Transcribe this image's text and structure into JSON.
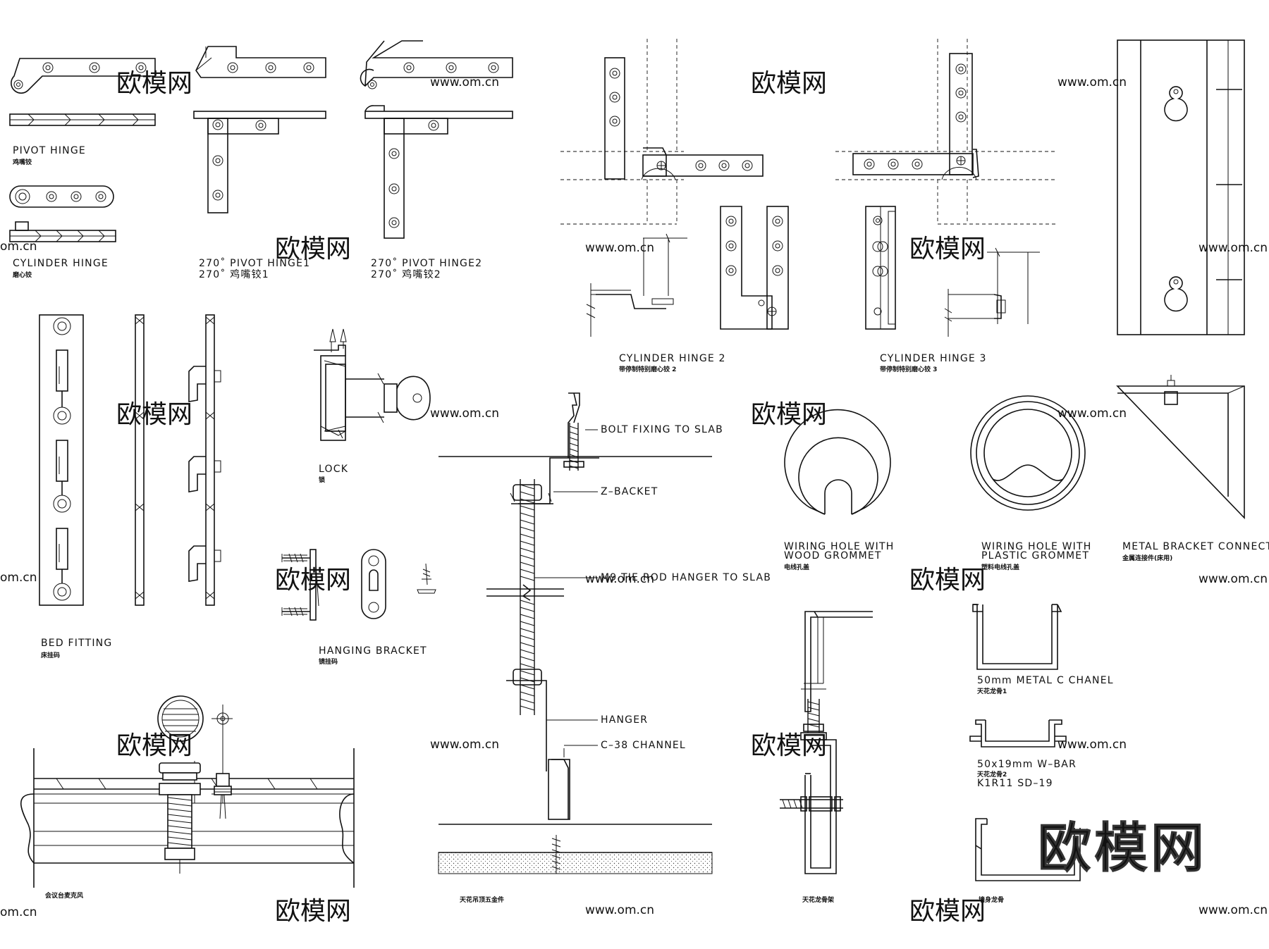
{
  "labels": {
    "pivot_hinge": "PIVOT  HINGE",
    "pivot_hinge_cn": "鸡嘴铰",
    "cylinder_hinge": "CYLINDER  HINGE",
    "cylinder_hinge_cn": "磨心铰",
    "pivot270_1": "270˚  PIVOT  HINGE1",
    "pivot270_1_cn": "270˚  鸡嘴铰1",
    "pivot270_2": "270˚  PIVOT  HINGE2",
    "pivot270_2_cn": "270˚  鸡嘴铰2",
    "cylinder_hinge_2": "CYLINDER  HINGE  2",
    "cylinder_hinge_2_cn": "带停制特别磨心铰  2",
    "cylinder_hinge_3": "CYLINDER  HINGE  3",
    "cylinder_hinge_3_cn": "带停制特别磨心铰  3",
    "bed_fitting": "BED  FITTING",
    "bed_fitting_cn": "床挂码",
    "lock": "LOCK",
    "lock_cn": "锁",
    "hanging_bracket": "HANGING  BRACKET",
    "hanging_bracket_cn": "镜挂码",
    "bolt_fixing": "BOLT  FIXING  TO  SLAB",
    "z_backet": "Z–BACKET",
    "m9_rod": "M9  TIE  ROD  HANGER  TO  SLAB",
    "hanger": "HANGER",
    "c38": "C–38  CHANNEL",
    "ceiling_hardware_cn": "天花吊顶五金件",
    "wood_grommet_1": "WIRING  HOLE  WITH",
    "wood_grommet_2": "WOOD  GROMMET",
    "wood_grommet_cn": "电线孔盖",
    "plastic_grommet_1": "WIRING  HOLE  WITH",
    "plastic_grommet_2": "PLASTIC  GROMMET",
    "plastic_grommet_cn": "塑料电线孔盖",
    "metal_bracket": "METAL  BRACKET  CONNECTOR",
    "metal_bracket_cn": "金属连接件(床用)",
    "c_chanel": "50mm  METAL  C  CHANEL",
    "c_chanel_cn": "天花龙骨1",
    "w_bar": "50x19mm  W–BAR",
    "w_bar_cn": "天花龙骨2",
    "w_bar_code": "K1R11  SD–19",
    "meeting_mic_cn": "会议台麦克风",
    "ceiling_frame_cn": "天花龙骨架",
    "wall_keel_cn": "墙身龙骨"
  },
  "watermark": {
    "text": "欧模网",
    "url": "www.om.cn",
    "url_short": "om.cn"
  },
  "logo": "欧模网"
}
